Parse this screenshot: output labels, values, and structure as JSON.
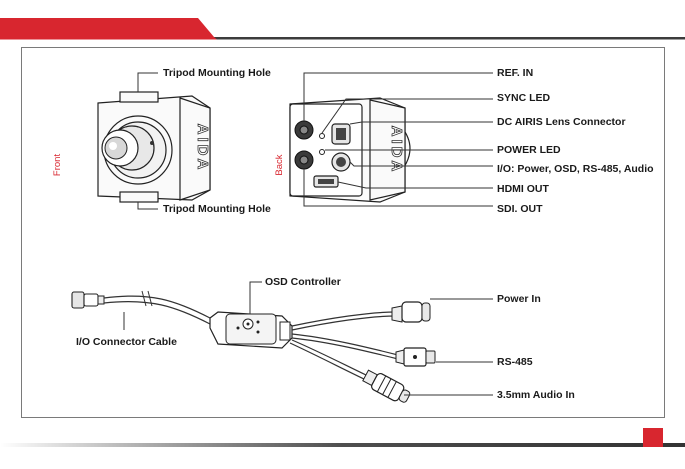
{
  "side_labels": {
    "front": "Front",
    "back": "Back"
  },
  "front_labels": {
    "top": "Tripod Mounting Hole",
    "bottom": "Tripod Mounting Hole"
  },
  "back_labels": [
    "REF. IN",
    "SYNC LED",
    "DC AIRIS Lens Connector",
    "POWER LED",
    "I/O: Power, OSD, RS-485, Audio",
    "HDMI OUT",
    "SDI. OUT"
  ],
  "brand_text": "AIDA",
  "cable_labels": {
    "osd": "OSD Controller",
    "connector": "I/O Connector Cable",
    "power": "Power In",
    "rs485": "RS-485",
    "audio": "3.5mm Audio In"
  },
  "colors": {
    "accent": "#d8262f",
    "dark_bar": "#3c3c3c"
  }
}
